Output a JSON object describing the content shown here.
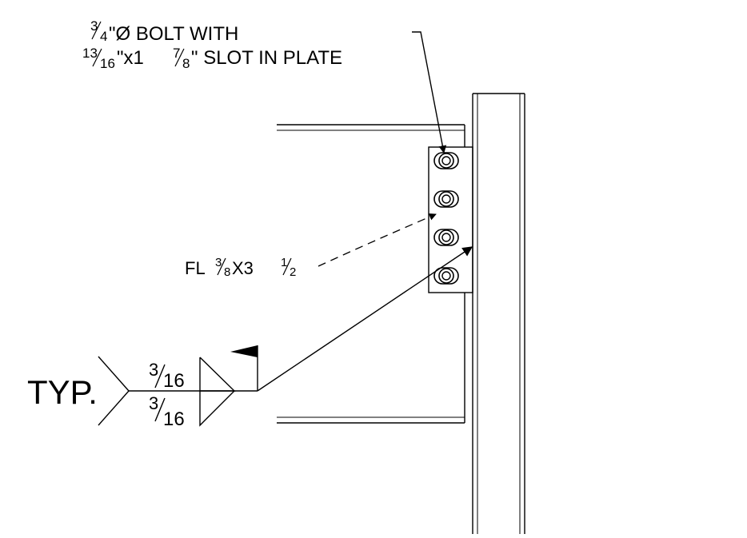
{
  "bolt_note": {
    "line1": {
      "num": "3",
      "den": "4",
      "rest": "\"Ø BOLT WITH"
    },
    "line2": {
      "num1": "13",
      "den1": "16",
      "mid": "\"x1",
      "num2": "7",
      "den2": "8",
      "rest": "\" SLOT IN PLATE"
    }
  },
  "plate_label": {
    "prefix": "FL",
    "num1": "3",
    "den1": "8",
    "mid": "X3",
    "num2": "1",
    "den2": "2"
  },
  "weld_symbol": {
    "tail_text": "TYP.",
    "top_size": {
      "num": "3",
      "den": "16"
    },
    "bottom_size": {
      "num": "3",
      "den": "16"
    }
  },
  "bolt_count": 4
}
